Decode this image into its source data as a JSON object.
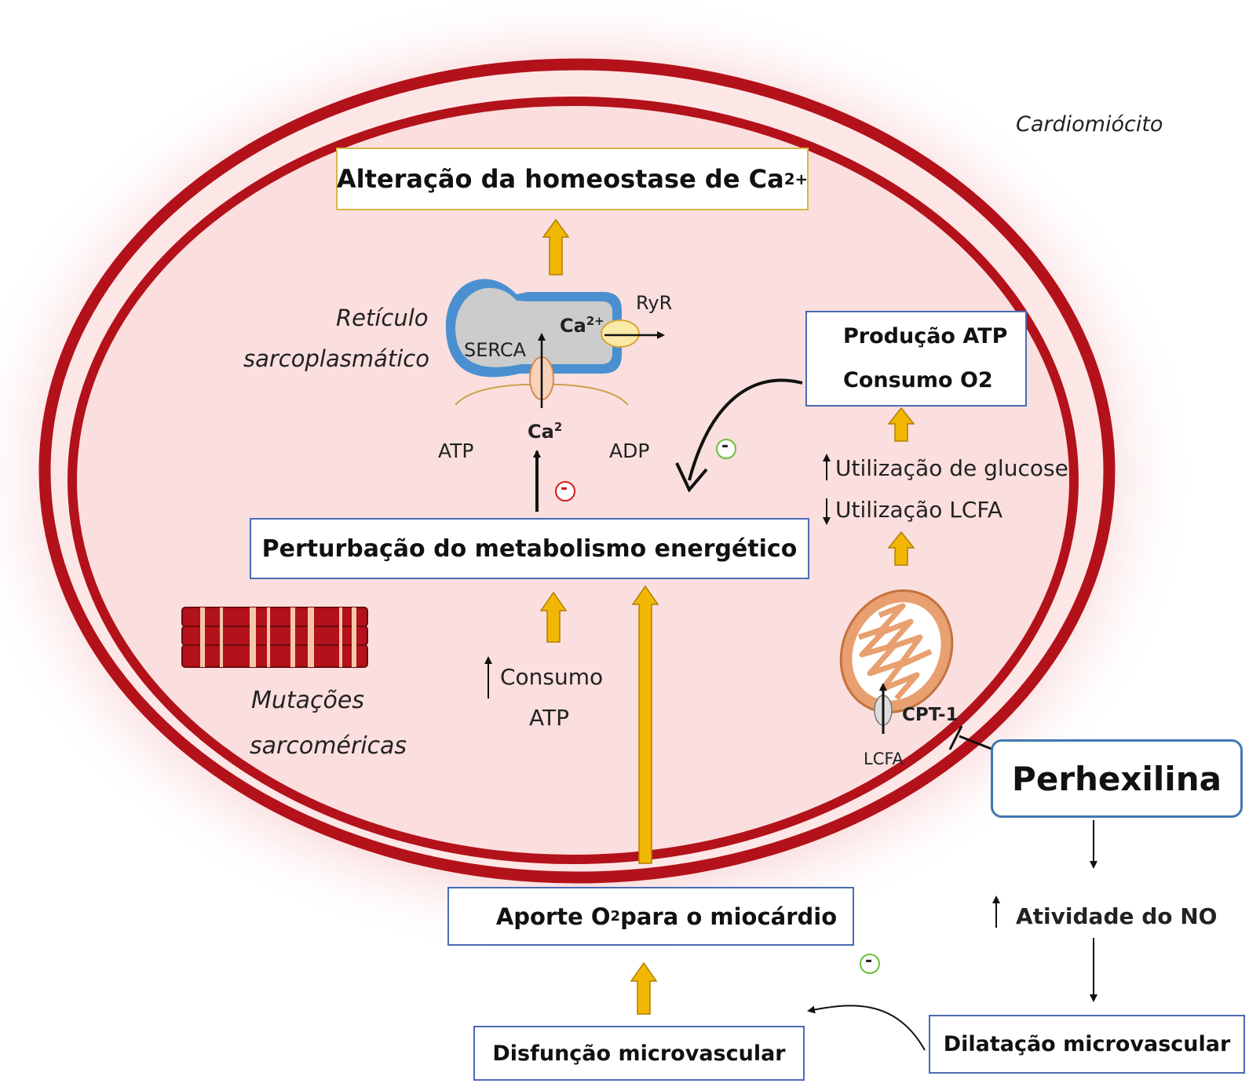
{
  "labels": {
    "cell": "Cardiomiócito",
    "calcium_box": "Alteração da homeostase de Ca",
    "calcium_box_sup": "2+",
    "reticulum_line1": "Retículo",
    "reticulum_line2": "sarcoplasmático",
    "serca": "SERCA",
    "ca_sr": "Ca",
    "ca_sr_sup": "2+",
    "ryr": "RyR",
    "atp": "ATP",
    "adp": "ADP",
    "ca_cyto": "Ca",
    "ca_cyto_sup": "2",
    "metabolism_box": "Perturbação do metabolismo energético",
    "atp_production": "Produção ATP",
    "o2_consumption": "Consumo O2",
    "glucose_use": "Utilização de glucose",
    "lcfa_use": "Utilização LCFA",
    "sarcomeric_line1": "Mutações",
    "sarcomeric_line2": "sarcoméricas",
    "atp_consumption_line1": "Consumo",
    "atp_consumption_line2": "ATP",
    "cpt1": "CPT-1",
    "lcfa": "LCFA",
    "drug": "Perhexilina",
    "no_activity": "Atividade do NO",
    "o2_supply_pre": "Aporte O",
    "o2_supply_sub": "2",
    "o2_supply_post": " para o miocárdio",
    "micro_dysfunction": "Disfunção microvascular",
    "micro_dilation": "Dilatação microvascular",
    "minus": "-"
  },
  "colors": {
    "membrane": "#b3121b",
    "cytoplasm": "#fbdede",
    "arrow_gold": "#f2b705",
    "box_border_blue": "#4a6bb5",
    "box_border_gold": "#d8b64a",
    "inhibit_red": "#d11b1b",
    "inhibit_green": "#6cbf3a",
    "reticulum_fill": "#c8c8c8",
    "reticulum_border": "#4a90d0",
    "mitochondria": "#e8a070"
  }
}
